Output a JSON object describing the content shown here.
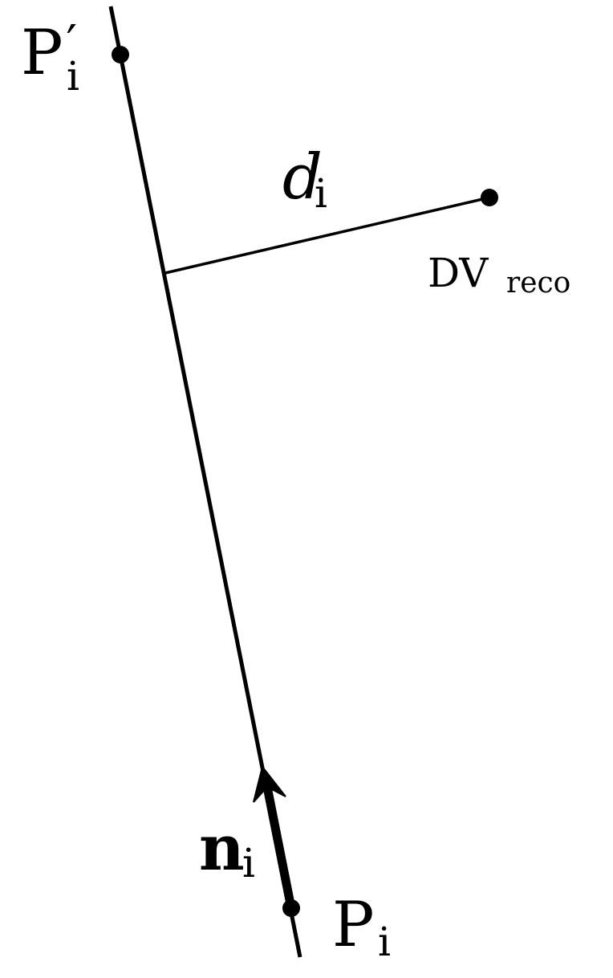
{
  "labels": {
    "p_prime": {
      "base": "P",
      "sub": "i",
      "prime": "′"
    },
    "p": {
      "base": "P",
      "sub": "i"
    },
    "d": {
      "base": "d",
      "sub": "i"
    },
    "n": {
      "base": "n",
      "sub": "i"
    },
    "dv": {
      "base": "DV",
      "sub": "reco"
    }
  },
  "colors": {
    "ink": "#000000",
    "background": "#ffffff"
  }
}
